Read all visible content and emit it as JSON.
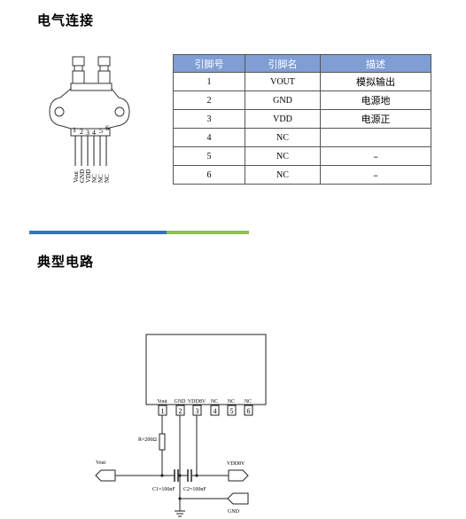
{
  "section1_title": "电气连接",
  "section2_title": "典型电路",
  "table": {
    "headers": [
      "引脚号",
      "引脚名",
      "描述"
    ],
    "rows": [
      {
        "pin": "1",
        "name": "VOUT",
        "desc": "模拟输出"
      },
      {
        "pin": "2",
        "name": "GND",
        "desc": "电源地"
      },
      {
        "pin": "3",
        "name": "VDD",
        "desc": "电源正"
      },
      {
        "pin": "4",
        "name": "NC",
        "desc": ""
      },
      {
        "pin": "5",
        "name": "NC",
        "desc": "–"
      },
      {
        "pin": "6",
        "name": "NC",
        "desc": "–"
      }
    ]
  },
  "package_drawing": {
    "pin_numbers": [
      "1",
      "2",
      "3",
      "4",
      "5",
      "6"
    ],
    "pin_labels": [
      "Vout",
      "GND",
      "VDD",
      "NC",
      "NC",
      "NC"
    ]
  },
  "circuit": {
    "chip_pin_labels": [
      "Vout",
      "GND",
      "VDD8V",
      "NC",
      "NC",
      "NC"
    ],
    "chip_pin_numbers": [
      "1",
      "2",
      "3",
      "4",
      "5",
      "6"
    ],
    "resistor_label": "R=200Ω",
    "vout_label": "Vout",
    "vdd_label": "VDD8V",
    "c1_label": "C1=100nF",
    "c2_label": "C2=100nF",
    "gnd_label": "GND"
  },
  "colors": {
    "table_header_bg": "#7f9ed4",
    "divider_blue": "#3575bb",
    "divider_green": "#8fc14f"
  }
}
